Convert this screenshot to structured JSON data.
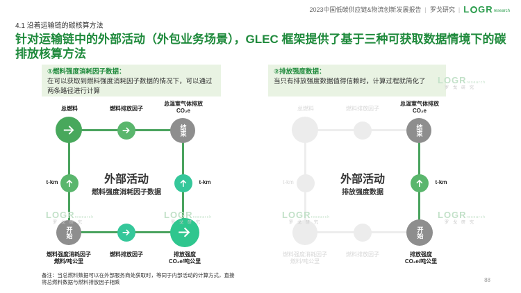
{
  "header": {
    "report_title": "2023中国低碳供应链&物流创新发展报告",
    "org_name": "罗戈研究",
    "logo_main": "LOGR",
    "logo_small": "research"
  },
  "section_label": "4.1 沿着运输链的碳核算方法",
  "main_title": "针对运输链中的外部活动（外包业务场景），GLEC 框架提供了基于三种可获取数据情境下的碳排放核算方法",
  "left_box": {
    "heading": "①燃料强度消耗因子数据：",
    "body": "在可以获取到燃料强度消耗因子数据的情况下，可以通过两条路径进行计算"
  },
  "right_box": {
    "heading": "②排放强度数据：",
    "body": "当只有排放强度数据值得信赖时，计算过程就简化了"
  },
  "left_diagram": {
    "top_left_label": "总燃料",
    "top_mid_label": "燃料排放因子",
    "top_right_label_1": "总温室气体排放",
    "top_right_label_2": "CO₂e",
    "end_node": "结束",
    "tkm_left": "t-km",
    "tkm_right": "t-km",
    "center_title": "外部活动",
    "center_sub": "燃料强度消耗因子数据",
    "start_node": "开始",
    "bottom_left_label_1": "燃料强度消耗因子",
    "bottom_left_label_2": "燃料/吨公里",
    "bottom_mid_label": "燃料排放因子",
    "bottom_right_label_1": "排放强度",
    "bottom_right_label_2": "CO₂e/吨公里"
  },
  "right_diagram": {
    "top_left_label": "总燃料",
    "top_mid_label": "燃料排放因子",
    "top_right_label_1": "总温室气体排放",
    "top_right_label_2": "CO₂e",
    "end_node": "结束",
    "tkm_left": "t-km",
    "tkm_right": "t-km",
    "center_title": "外部活动",
    "center_sub": "排放强度数据",
    "start_node": "开始",
    "bottom_left_label_1": "燃料强度消耗因子",
    "bottom_left_label_2": "燃料/吨公里",
    "bottom_mid_label": "燃料排放因子",
    "bottom_right_label_1": "排放强度",
    "bottom_right_label_2": "CO₂e/吨公里"
  },
  "watermark": {
    "main": "LOGR",
    "small": "research",
    "sub": "罗戈研究"
  },
  "note": "备注：当总燃料数据可以在外部服务商处获取时，等同于内部活动的计算方式，直接将总燃料数据与燃料排放因子相乘",
  "page_number": "88",
  "colors": {
    "brand_green": "#1f8a3c",
    "node_green": "#48a85c",
    "node_teal": "#2fc68e",
    "node_gray": "#8e8e8e",
    "box_bg": "#e9f3e3"
  }
}
